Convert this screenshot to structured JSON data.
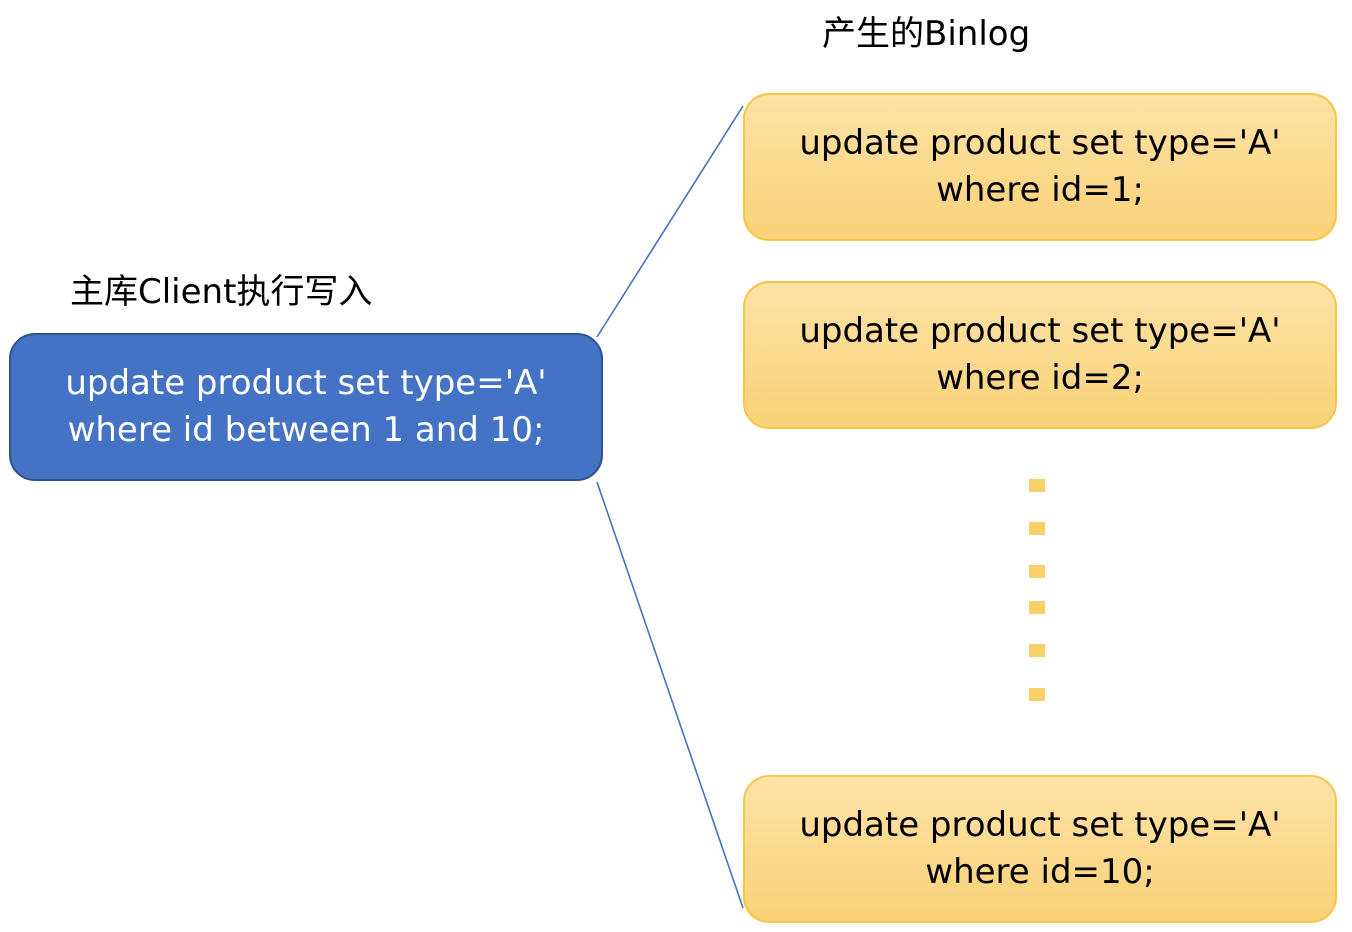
{
  "source": {
    "title": "主库Client执行写入",
    "line1": "update product set type='A'",
    "line2": "where id between 1 and 10;"
  },
  "binlog": {
    "title": "产生的Binlog",
    "entries": [
      {
        "line1": "update product set type='A'",
        "line2": "where id=1;"
      },
      {
        "line1": "update product set type='A'",
        "line2": "where id=2;"
      },
      {
        "line1": "update product set type='A'",
        "line2": "where id=10;"
      }
    ]
  },
  "colors": {
    "source_fill": "#4472c4",
    "source_border": "#2f528f",
    "binlog_fill_top": "#fde2a6",
    "binlog_fill_bottom": "#f9d278",
    "binlog_border": "#f7c648",
    "connector": "#4472c4",
    "ellipsis_dots": "#f9d068"
  }
}
